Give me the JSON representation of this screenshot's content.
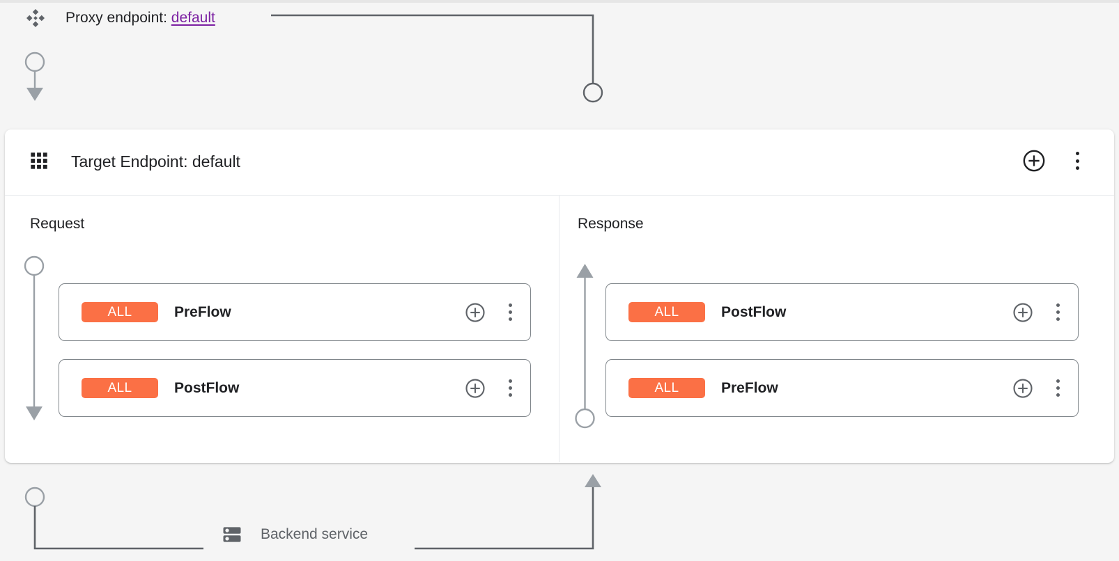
{
  "colors": {
    "page_background": "#F5F5F5",
    "panel_background": "#FFFFFF",
    "badge_orange": "#FB7045",
    "link_purple": "#7B1FA2",
    "connector_gray": "#5F6368",
    "text_primary": "#202124",
    "card_border": "#80868B"
  },
  "proxy": {
    "icon": "proxy-endpoint-icon",
    "label": "Proxy endpoint:",
    "endpoint_name": "default"
  },
  "endpoint_panel": {
    "icon": "grid-icon",
    "title": "Target Endpoint: default",
    "actions": {
      "add": "add-circle-icon",
      "menu": "more-vert-icon"
    }
  },
  "columns": [
    {
      "id": "request",
      "label": "Request",
      "flow_direction": "down",
      "flows": [
        {
          "badge": "ALL",
          "name": "PreFlow",
          "add": "add-circle-icon",
          "menu": "more-vert-icon"
        },
        {
          "badge": "ALL",
          "name": "PostFlow",
          "add": "add-circle-icon",
          "menu": "more-vert-icon"
        }
      ]
    },
    {
      "id": "response",
      "label": "Response",
      "flow_direction": "up",
      "flows": [
        {
          "badge": "ALL",
          "name": "PostFlow",
          "add": "add-circle-icon",
          "menu": "more-vert-icon"
        },
        {
          "badge": "ALL",
          "name": "PreFlow",
          "add": "add-circle-icon",
          "menu": "more-vert-icon"
        }
      ]
    }
  ],
  "backend": {
    "icon": "server-icon",
    "label": "Backend service"
  }
}
